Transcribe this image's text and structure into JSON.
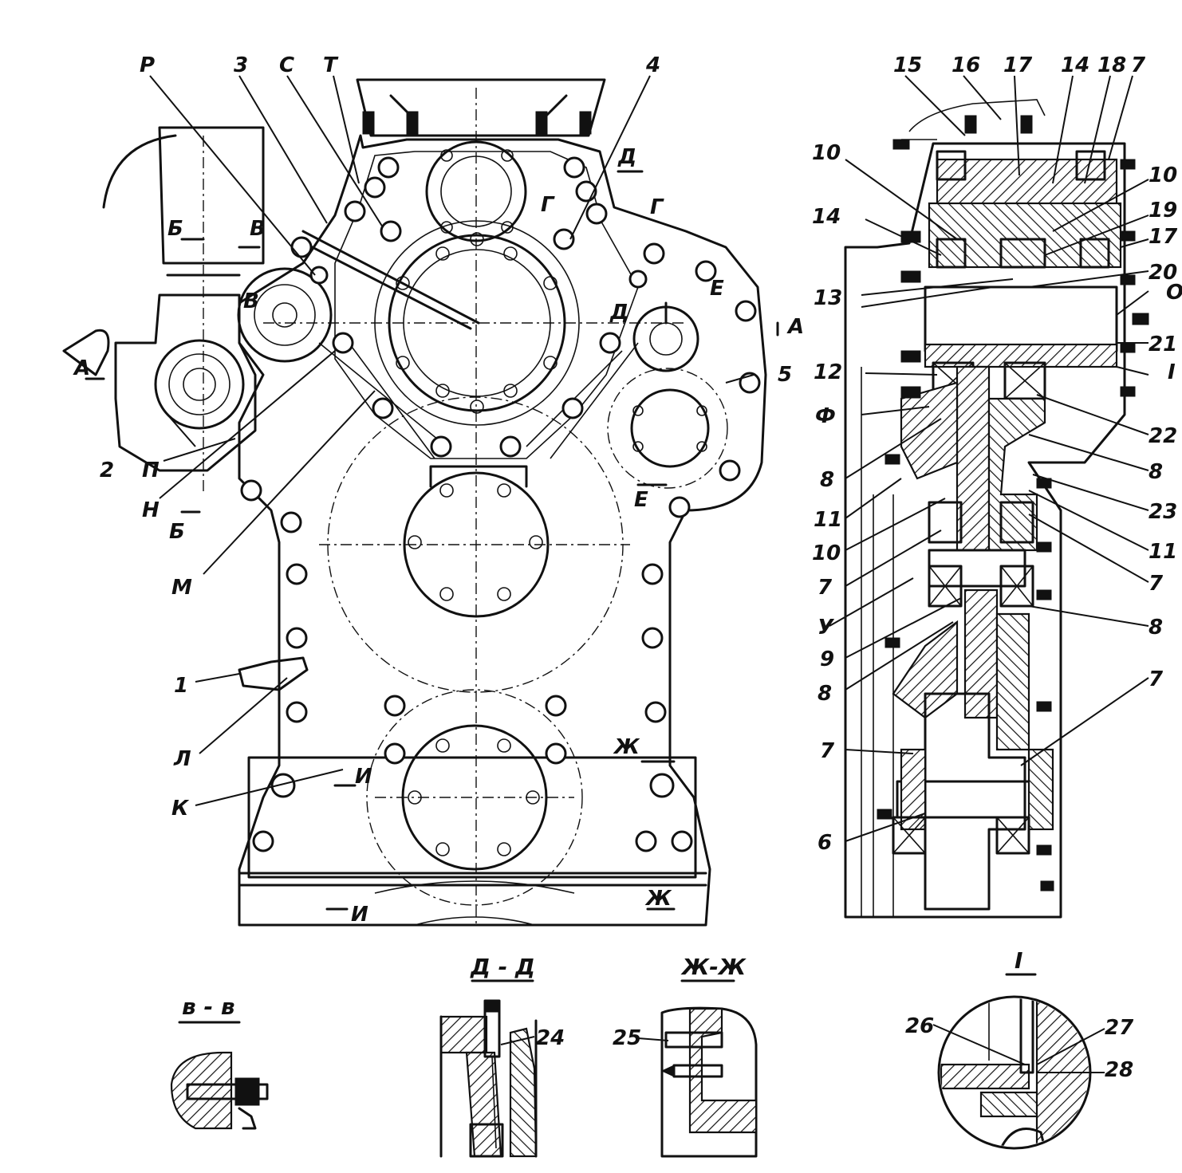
{
  "labels": {
    "front": [
      {
        "id": "P",
        "text": "Р"
      },
      {
        "id": "3",
        "text": "3"
      },
      {
        "id": "C",
        "text": "С"
      },
      {
        "id": "T",
        "text": "Т"
      },
      {
        "id": "4",
        "text": "4"
      },
      {
        "id": "D-top",
        "text": "Д"
      },
      {
        "id": "G-right",
        "text": "Г"
      },
      {
        "id": "G-left",
        "text": "Г"
      },
      {
        "id": "B-cut",
        "text": "Б"
      },
      {
        "id": "V-cut",
        "text": "В"
      },
      {
        "id": "V-small",
        "text": "В"
      },
      {
        "id": "D-mid",
        "text": "Д"
      },
      {
        "id": "E-top",
        "text": "Е"
      },
      {
        "id": "A-right",
        "text": "А"
      },
      {
        "id": "A-left",
        "text": "А"
      },
      {
        "id": "5",
        "text": "5"
      },
      {
        "id": "2",
        "text": "2"
      },
      {
        "id": "P2",
        "text": "П"
      },
      {
        "id": "N",
        "text": "Н"
      },
      {
        "id": "B-low",
        "text": "Б"
      },
      {
        "id": "M",
        "text": "М"
      },
      {
        "id": "E-low",
        "text": "Е"
      },
      {
        "id": "1",
        "text": "1"
      },
      {
        "id": "L",
        "text": "Л"
      },
      {
        "id": "K",
        "text": "К"
      },
      {
        "id": "I-top",
        "text": "И"
      },
      {
        "id": "Zh-top",
        "text": "Ж"
      },
      {
        "id": "I-low",
        "text": "И"
      },
      {
        "id": "Zh-low",
        "text": "Ж"
      }
    ],
    "side": [
      {
        "id": "15",
        "text": "15"
      },
      {
        "id": "16",
        "text": "16"
      },
      {
        "id": "17a",
        "text": "17"
      },
      {
        "id": "14a",
        "text": "14"
      },
      {
        "id": "18",
        "text": "18"
      },
      {
        "id": "7a",
        "text": "7"
      },
      {
        "id": "10a",
        "text": "10"
      },
      {
        "id": "10b",
        "text": "10"
      },
      {
        "id": "14b",
        "text": "14"
      },
      {
        "id": "19",
        "text": "19"
      },
      {
        "id": "17b",
        "text": "17"
      },
      {
        "id": "20",
        "text": "20"
      },
      {
        "id": "13",
        "text": "13"
      },
      {
        "id": "O",
        "text": "О"
      },
      {
        "id": "21",
        "text": "21"
      },
      {
        "id": "12",
        "text": "12"
      },
      {
        "id": "I",
        "text": "I"
      },
      {
        "id": "F",
        "text": "Ф"
      },
      {
        "id": "22",
        "text": "22"
      },
      {
        "id": "8a",
        "text": "8"
      },
      {
        "id": "8b",
        "text": "8"
      },
      {
        "id": "11a",
        "text": "11"
      },
      {
        "id": "23",
        "text": "23"
      },
      {
        "id": "10c",
        "text": "10"
      },
      {
        "id": "11b",
        "text": "11"
      },
      {
        "id": "7b",
        "text": "7"
      },
      {
        "id": "7c",
        "text": "7"
      },
      {
        "id": "U",
        "text": "У"
      },
      {
        "id": "8c",
        "text": "8"
      },
      {
        "id": "9",
        "text": "9"
      },
      {
        "id": "8d",
        "text": "8"
      },
      {
        "id": "7d",
        "text": "7"
      },
      {
        "id": "7e",
        "text": "7"
      },
      {
        "id": "6",
        "text": "6"
      }
    ],
    "details": [
      {
        "id": "24",
        "text": "24"
      },
      {
        "id": "25",
        "text": "25"
      },
      {
        "id": "26",
        "text": "26"
      },
      {
        "id": "27",
        "text": "27"
      },
      {
        "id": "28",
        "text": "28"
      }
    ]
  },
  "sections": {
    "vv": "в - в",
    "dd": "Д - Д",
    "zhzh": "Ж-Ж",
    "detail_I": "I"
  }
}
